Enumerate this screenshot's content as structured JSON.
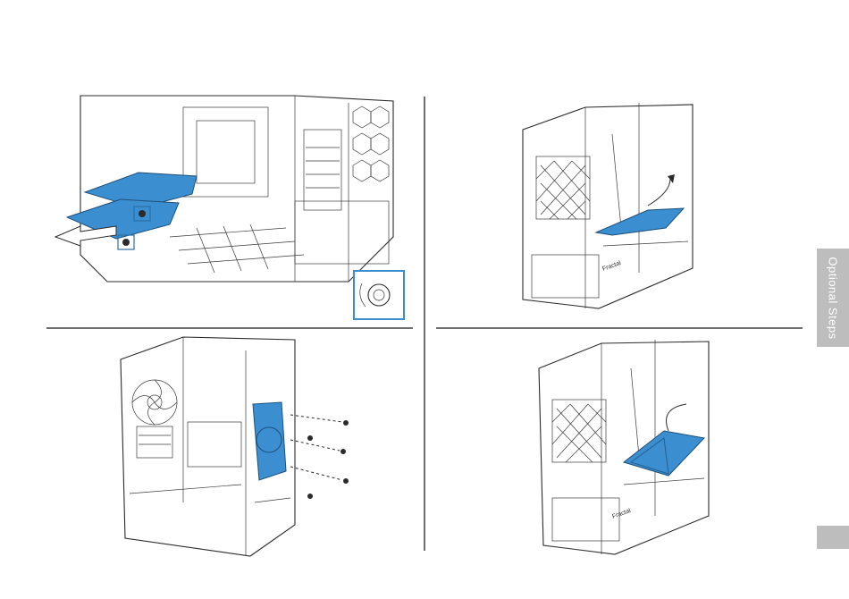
{
  "sidebar_tab": {
    "label": "Optional Steps"
  },
  "figures": [
    {
      "id": "remove-drive-brackets",
      "highlight_color": "#3b8fd0"
    },
    {
      "id": "tilt-bracket-into-case",
      "highlight_color": "#3b8fd0"
    },
    {
      "id": "mount-bracket-on-fan-rail",
      "highlight_color": "#3b8fd0"
    },
    {
      "id": "install-drive-cage",
      "highlight_color": "#3b8fd0"
    }
  ],
  "case_brand": "Fractal",
  "colors": {
    "accent": "#3b8fd0",
    "tab_gray": "#bdbdbd",
    "divider": "#6d6d6d"
  }
}
